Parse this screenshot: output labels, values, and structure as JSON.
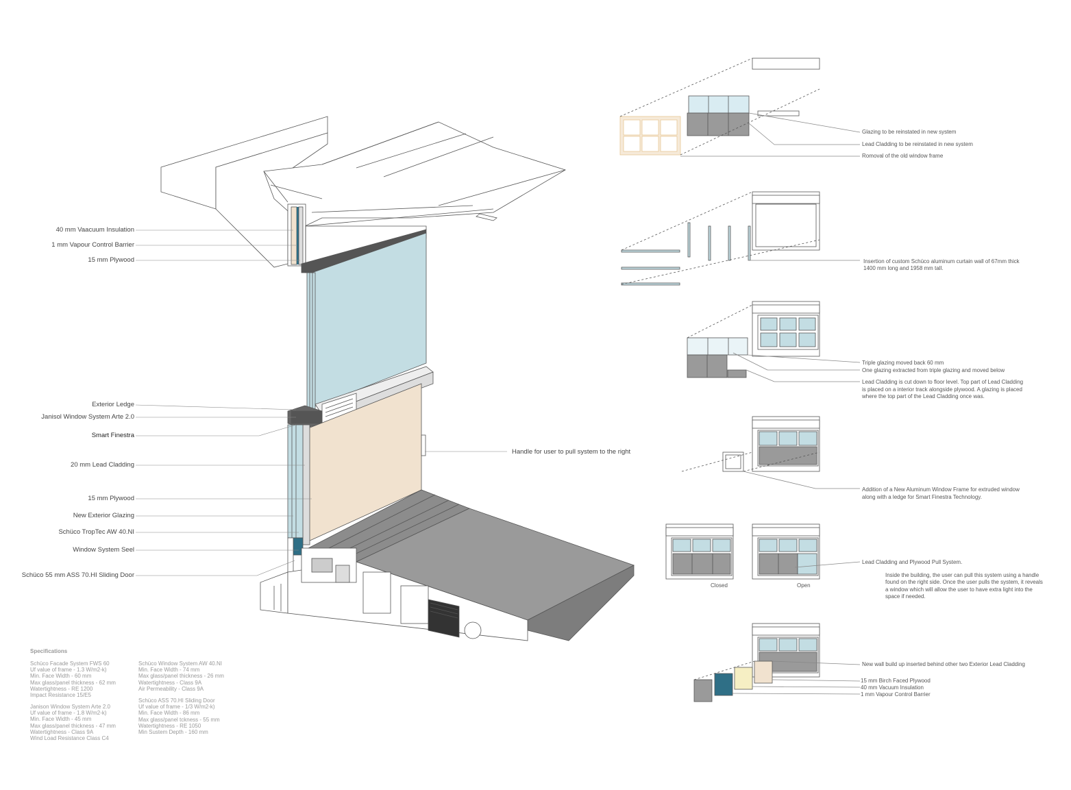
{
  "palette": {
    "glass": "#c3dde3",
    "plywood": "#f1e2cf",
    "lead": "#9a9a9a",
    "dark_lead": "#8c8c8c",
    "vapour": "#2f6f86",
    "line": "#555555"
  },
  "main_labels": [
    "40 mm Vaacuum Insulation",
    "1 mm Vapour Control Barrier",
    "15 mm Plywood",
    "Exterior Ledge",
    "Janisol Window System Arte 2.0",
    "Smart Finestra",
    "20 mm Lead Cladding",
    "15 mm Plywood",
    "New Exterior Glazing",
    "Schüco TropTec AW 40.NI",
    "Window System Seel",
    "Schüco 55 mm ASS 70.HI Sliding Door"
  ],
  "handle_label": "Handle for user to pull system to the right",
  "steps": {
    "s1": [
      "Glazing to be reinstated in new system",
      "Lead Cladding to be reinstated in new system",
      "Romoval of the old window frame"
    ],
    "s2": [
      "Insertion of custom Schüco aluminum curtain wall of 67mm thick",
      "1400 mm long and 1958 mm tall."
    ],
    "s3": [
      "Triple glazing moved back 60 mm",
      "One glazing extracted from triple glazing and moved below",
      "Lead Cladding is cut down to floor level. Top part of Lead Cladding",
      "is placed on a interior track alongside plywood. A glazing is placed",
      "where the top part of the Lead Cladding once was."
    ],
    "s4": [
      "Addition of a New Aluminum Window Frame for extruded window",
      "along with a ledge for Smart Finestra Technology."
    ],
    "s5": {
      "title": "Lead Cladding and Plywood Pull System.",
      "body": [
        "Inside the building, the user can pull this system using a handle",
        "found on the right side. Once the user pulls the system, it reveals",
        "a window which will allow the user to have extra light into the",
        "space if needed."
      ],
      "closed": "Closed",
      "open": "Open"
    },
    "s6": [
      "New wall build up inserted behind other two Exterior Lead Cladding",
      "15 mm Birch Faced Plywood",
      "40 mm Vacuum Insulation",
      "1 mm Vapour Control Barrier"
    ]
  },
  "specs": {
    "title": "Specifications",
    "col1a": [
      "Schüco Facade System FWS 60",
      "Uf value of frame - 1.3 W/m2-k)",
      "Min. Face Width - 60 mm",
      "Max glass/panel thickness - 62 mm",
      "Watertightness - RE 1200",
      "Impact Resistance 15/E5"
    ],
    "col1b": [
      "Janison Window System Arte 2.0",
      "Uf value of frame - 1.8 W/m2-k)",
      "Min. Face Width - 45 mm",
      "Max glass/panel thickness - 47 mm",
      "Watertightness - Class 9A",
      "Wind Load Resistance Class C4"
    ],
    "col2a": [
      "Schüco Window System AW 40.NI",
      "Min. Face Width - 74 mm",
      "Max glass/panel thickness - 26 mm",
      "Watertightness - Class 9A",
      "Air Permeability - Class 9A"
    ],
    "col2b": [
      "Schüco ASS 70.HI Sliding Door",
      "Uf value of frame - 1/3 W/m2-k)",
      "Min. Face Width - 86 mm",
      "Max glass/panel tckness - 55 mm",
      "Watertightness - RE 1050",
      "Min Sustem Depth - 160 mm"
    ]
  }
}
